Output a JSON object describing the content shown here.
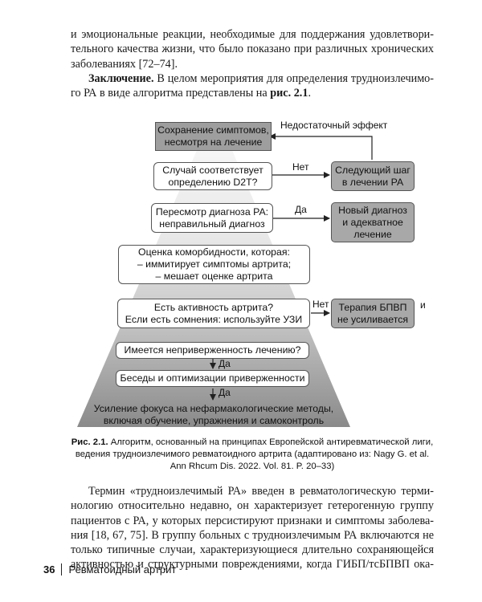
{
  "paragraph_top": {
    "lines": [
      "и эмоциональные реакции, необходимые для поддержания удовлетвори-",
      "тельного качества жизни, что было показано при различных хронических",
      "заболеваниях [72–74]."
    ]
  },
  "conclusion": {
    "bold_label": "Заключение.",
    "line1_rest": " В целом мероприятия для определения трудноизлечимо-",
    "line2_start": "го РА в виде алгоритма представлены на ",
    "line2_figref": "рис. 2.1",
    "line2_end": "."
  },
  "figure": {
    "box_symptoms": [
      "Сохранение симптомов,",
      "несмотря на лечение"
    ],
    "label_insufficient": "Недостаточный эффект",
    "box_d2t": [
      "Случай соответствует",
      "определению D2T?"
    ],
    "label_no_1": "Нет",
    "box_next_step": [
      "Следующий шаг",
      "в лечении РА"
    ],
    "box_reconsider": [
      "Пересмотр диагноза РА:",
      "неправильный диагноз"
    ],
    "label_yes_1": "Да",
    "box_new_diagnosis": [
      "Новый диагноз",
      "и адекватное",
      "лечение"
    ],
    "box_comorbidity": [
      "Оценка коморбидности, которая:",
      "– иммитирует симптомы артрита;",
      "– мешает оценке артрита"
    ],
    "box_activity": [
      "Есть активность артрита?",
      "Если есть сомнения: используйте УЗИ"
    ],
    "label_no_2": "Нет",
    "box_therapy": [
      "Терапия БПВП",
      "не усиливается"
    ],
    "label_and": "и",
    "box_nonadherence": "Имеется неприверженность лечению?",
    "label_yes_2": "Да",
    "box_conversations": "Беседы и оптимизации приверженности",
    "label_yes_3": "Да",
    "box_focus": [
      "Усиление фокуса на нефармакологические методы,",
      "включая обучение, упражнения и самоконтроль"
    ]
  },
  "caption": {
    "label": "Рис. 2.1.",
    "line1_rest": " Алгоритм, основанный на принципах Европейской антиревматической лиги,",
    "line2": "ведения трудноизлечимого ревматоидного артрита (адаптировано из: Nagy G. et al.",
    "line3": "Ann Rhcum Dis. 2022. Vol. 81. P. 20–33)"
  },
  "paragraph_bottom": {
    "lines": [
      "Термин «трудноизлечимый РА» введен в ревматологическую терми-",
      "нологию относительно недавно, он характеризует гетерогенную группу",
      "пациентов с РА, у которых персистируют признаки и симптомы заболева-",
      "ния [18, 67, 75]. В группу больных с трудноизлечимым РА включаются не",
      "только типичные случаи, характеризующиеся длительно сохраняющейся",
      "активностью и структурными повреждениями, когда ГИБП/тсБПВП ока-"
    ]
  },
  "footer": {
    "page_number": "36",
    "running_title": "Ревматоидный артрит"
  }
}
